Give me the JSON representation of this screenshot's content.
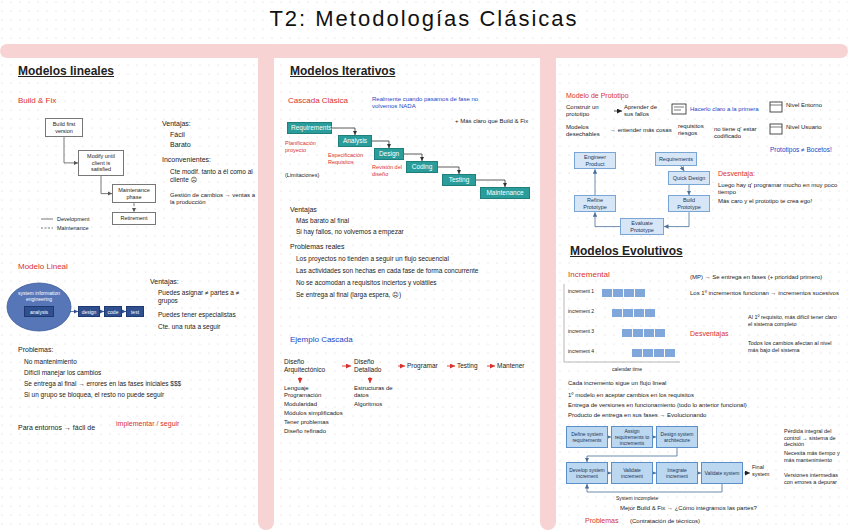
{
  "diagram": {
    "title": "T2: Metodologías Clásicas",
    "nodes": [
      {
        "text": [
          "Build first version"
        ]
      },
      {
        "text": [
          "Modify until client is satisfied"
        ]
      },
      {
        "text": [
          "Maintenance phase"
        ]
      },
      {
        "text": [
          "Retirement"
        ]
      },
      {
        "text": [
          "system information engineering"
        ]
      },
      {
        "text": [
          "analysis"
        ],
        "in": 4
      },
      {
        "text": [
          "design"
        ]
      },
      {
        "text": [
          "code"
        ]
      },
      {
        "text": [
          "test"
        ]
      },
      {
        "text": [
          "Requirements"
        ]
      },
      {
        "text": [
          "Analysis"
        ]
      },
      {
        "text": [
          "Design"
        ]
      },
      {
        "text": [
          "Coding"
        ]
      },
      {
        "text": [
          "Testing"
        ]
      },
      {
        "text": [
          "Maintenance"
        ]
      },
      {
        "text": [
          "Requirements"
        ]
      },
      {
        "text": [
          "Quick Design"
        ]
      },
      {
        "text": [
          "Build Prototype"
        ]
      },
      {
        "text": [
          "Evaluate Prototype"
        ]
      },
      {
        "text": [
          "Refine Prototype"
        ]
      },
      {
        "text": [
          "Engineer Product"
        ]
      },
      {
        "text": [
          "Define system requirements"
        ]
      },
      {
        "text": [
          "Assign requirements to increments"
        ]
      },
      {
        "text": [
          "Design system architecture"
        ]
      },
      {
        "text": [
          "Develop system increment"
        ]
      },
      {
        "text": [
          "Validate increment"
        ]
      },
      {
        "text": [
          "Integrate increment"
        ]
      },
      {
        "text": [
          "Validate system"
        ]
      }
    ],
    "edges": [
      {
        "from": 0,
        "to": 1,
        "arrow": "to"
      },
      {
        "from": 1,
        "to": 2,
        "arrow": "to"
      },
      {
        "from": 2,
        "to": 3,
        "arrow": "to"
      },
      {
        "from": 5,
        "to": 6,
        "arrow": "to"
      },
      {
        "from": 6,
        "to": 7,
        "arrow": "to"
      },
      {
        "from": 7,
        "to": 8,
        "arrow": "to"
      },
      {
        "from": 9,
        "to": 10,
        "arrow": "to"
      },
      {
        "from": 10,
        "to": 11,
        "arrow": "to"
      },
      {
        "from": 11,
        "to": 12,
        "arrow": "to"
      },
      {
        "from": 12,
        "to": 13,
        "arrow": "to"
      },
      {
        "from": 13,
        "to": 14,
        "arrow": "to"
      },
      {
        "from": 15,
        "to": 16,
        "arrow": "to"
      },
      {
        "from": 16,
        "to": 17,
        "arrow": "to"
      },
      {
        "from": 17,
        "to": 18,
        "arrow": "to"
      },
      {
        "from": 18,
        "to": 19,
        "arrow": "to"
      },
      {
        "from": 19,
        "to": 20,
        "arrow": "to"
      },
      {
        "from": 21,
        "to": 22,
        "arrow": "to"
      },
      {
        "from": 22,
        "to": 23,
        "arrow": "to"
      },
      {
        "from": 23,
        "to": 24,
        "arrow": "to"
      },
      {
        "from": 24,
        "to": 25,
        "arrow": "to"
      },
      {
        "from": 25,
        "to": 26,
        "arrow": "to"
      },
      {
        "from": 26,
        "to": 27,
        "arrow": "to"
      },
      {
        "from": 27,
        "to": 24,
        "arrow": "to"
      }
    ],
    "labels": [
      "Modelos lineales",
      "Build & Fix",
      "Ventajas:",
      "Fácil",
      "Barato",
      "Inconvenientes:",
      "Cte modif. tanto a él como al cliente ☹",
      "Gestión de cambios → ventas a la producción",
      "Modelo Lineal",
      "Ventajas:",
      "Puedes asignar ≠ partes a ≠ grupos",
      "Puedes tener especialistas",
      "Cte. una ruta a seguir",
      "Problemas:",
      "No mantenimiento",
      "Difícil manejar los cambios",
      "Se entrega al final → errores en las fases iniciales $$$",
      "Si un grupo se bloquea, el resto no puede seguir",
      "Para entornos → fácil de",
      "implementar / seguir",
      "Modelos Iterativos",
      "Cascada Clásica",
      "Realmente cuando pasamos de fase no volvemos NADA",
      "+ Más claro que Build & Fix",
      "Planificación proyecto",
      "Especificación Requisitos",
      "Revisión del diseño",
      "(Limitaciones)",
      "Ventajas",
      "Más barato al final",
      "Si hay fallos, no volvemos a empezar",
      "Problemas reales",
      "Los proyectos no tienden a seguir un flujo secuencial",
      "Las actividades son hechas en cada fase de forma concurrente",
      "No se acomodan a requisitos inciertos y volátiles",
      "Se entrega al final (larga espera, ☹)",
      "Ejemplo Cascada",
      "Diseño Arquitectónico",
      "Diseño Detallado",
      "Programar",
      "Testing",
      "Mantener",
      "Lenguaje Programación",
      "Modularidad",
      "Módulos simplificados",
      "Tener problemas",
      "Diseño refinado",
      "Estructuras de datos",
      "Algoritmos",
      "Modelo de Prototipo",
      "Construir un prototipo",
      "Aprender de sus fallos",
      "Hacerlo claro a la primera",
      "Modelos desechables",
      "→ entender más cosas",
      "requisitos riesgos",
      "no tiene q' estar codificado",
      "Nivel Entorno",
      "Nivel Usuario",
      "Prototipos ≠ Bocetos!",
      "Desventaja:",
      "Luego hay q' programar mucho en muy poco tiempo",
      "Más caro y el prototipo te crea ego!",
      "Modelos Evolutivos",
      "Incremental",
      "increment 1",
      "increment 2",
      "increment 3",
      "increment 4",
      "calendar time",
      "Cada incremento sigue un flujo lineal",
      "(MP) → Se entrega en fases (+ prioridad primero)",
      "Los 1º incrementos funcionan → incrementos sucesivos",
      "Desventajas",
      "Al 1º requisito, más difícil tener claro el sistema completo",
      "Todos los cambios afectan al nivel más bajo del sistema",
      "1º modelo en aceptar cambios en los requisitos",
      "Entrega de versiones en funcionamiento (todo lo anterior funcional)",
      "Producto de entrega en sus fases → Evolucionando",
      "Final system",
      "System incomplete",
      "Pérdida integral del control → sistema de decisión",
      "Necesita más tiempo y más mantenimiento",
      "Versiones intermedias con errores a depurar",
      "Mejor Build & Fix → ¿Cómo integramos las partes?",
      "Problemas",
      "(Contratación de técnicos)"
    ],
    "legend": [
      {
        "text": "Development"
      },
      {
        "text": "Maintenance"
      }
    ]
  }
}
